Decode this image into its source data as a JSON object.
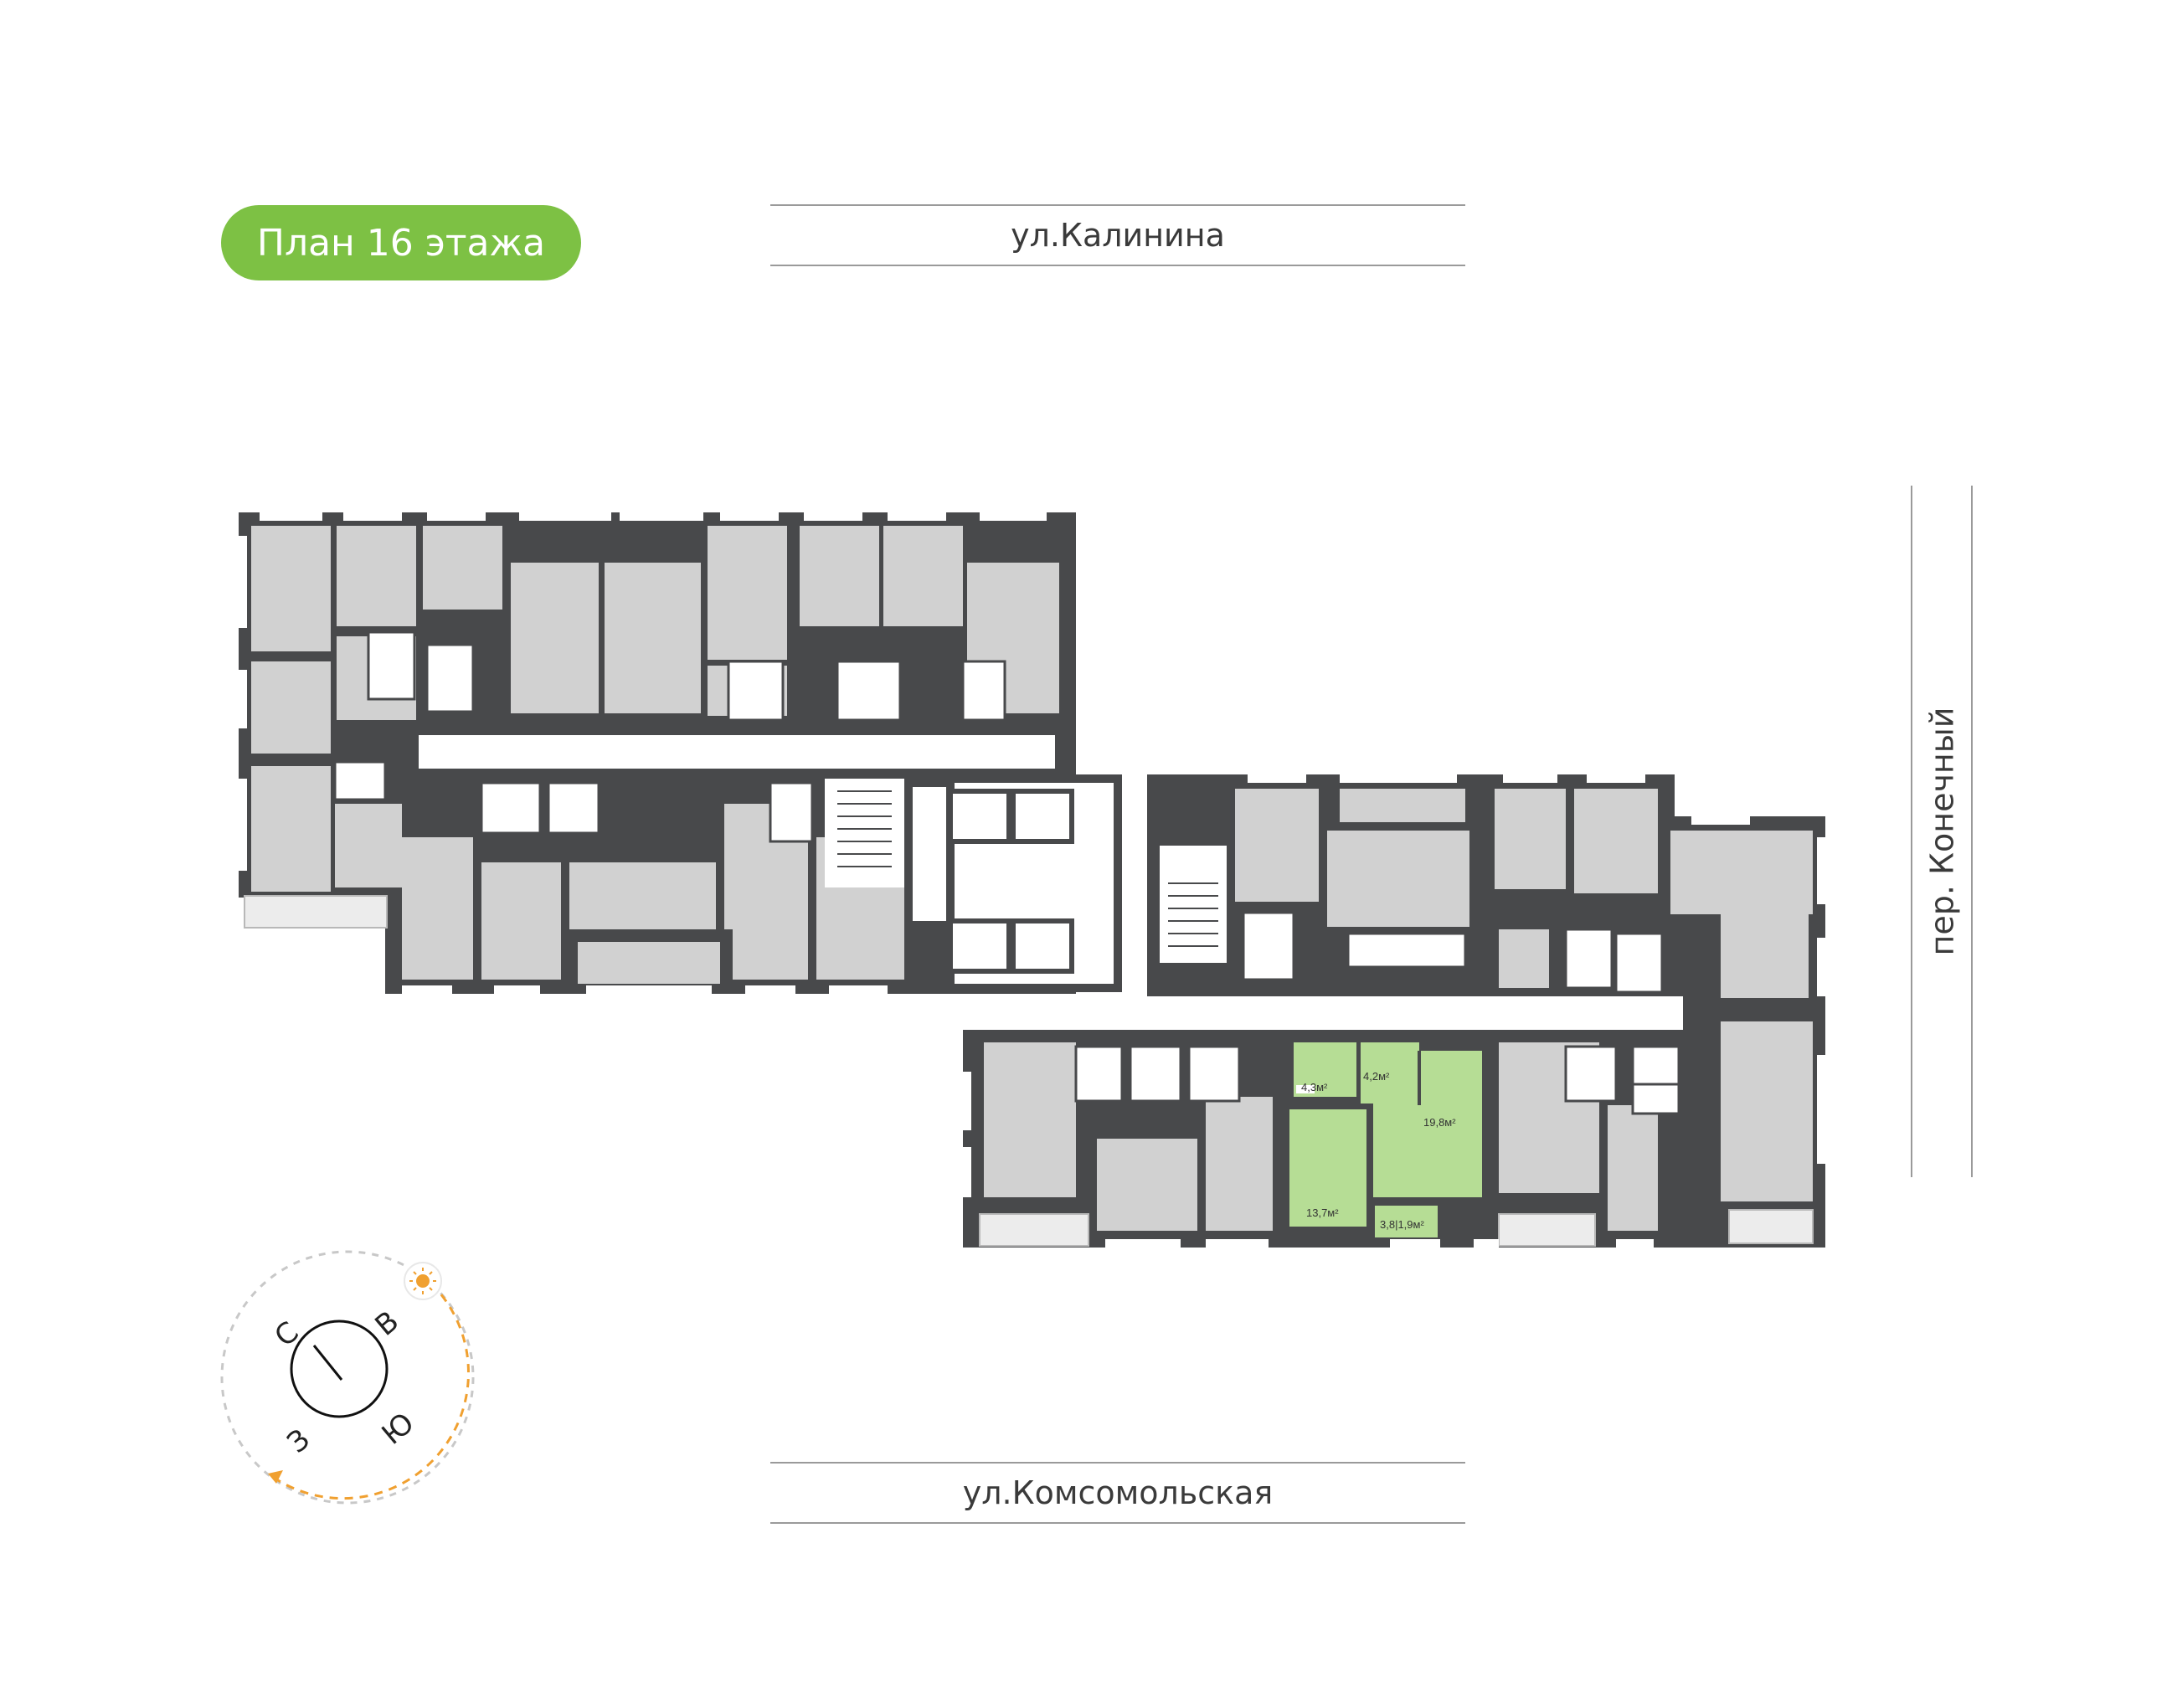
{
  "plan_title": "План 16 этажа",
  "streets": {
    "top": "ул.Калинина",
    "bottom": "ул.Комсомольская",
    "right": "пер. Конечный"
  },
  "compass": {
    "north": "С",
    "east": "В",
    "south": "Ю",
    "west": "З",
    "sun_icon": "sun-icon"
  },
  "apartment_areas": {
    "bath": "4,3м²",
    "hall": "4,2м²",
    "living": "19,8м²",
    "kitchen": "13,7м²",
    "balcony": "3,8|1,9м²"
  },
  "colors": {
    "accent": "#7dc144",
    "highlight": "#b6dd95",
    "room": "#d1d1d1",
    "wall": "#48494b",
    "sun": "#f0a030"
  }
}
